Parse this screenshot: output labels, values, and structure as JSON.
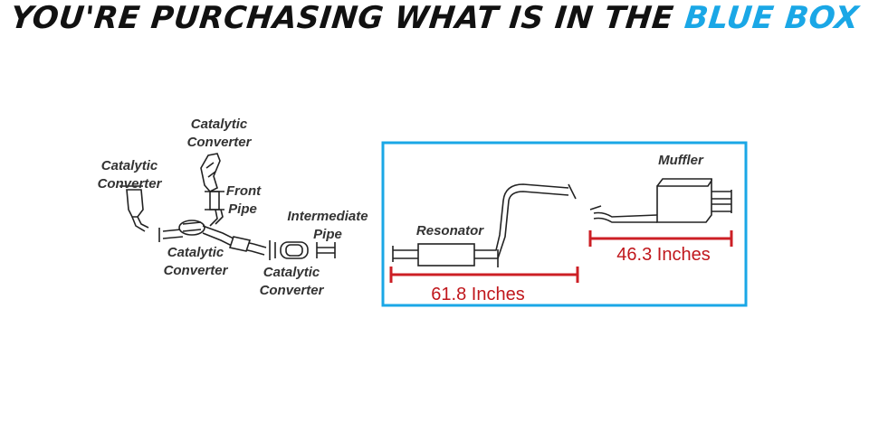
{
  "header": {
    "title_prefix": "YOU'RE PURCHASING WHAT IS IN THE",
    "title_highlight": "BLUE BOX"
  },
  "colors": {
    "highlight_box": "#1aa7e6",
    "measurement": "#cc1f25",
    "label": "#333333"
  },
  "labels": {
    "cat_top_1": "Catalytic",
    "cat_top_2": "Converter",
    "cat_left_1": "Catalytic",
    "cat_left_2": "Converter",
    "front_pipe_1": "Front",
    "front_pipe_2": "Pipe",
    "cat_mid_1": "Catalytic",
    "cat_mid_2": "Converter",
    "intermediate_1": "Intermediate",
    "intermediate_2": "Pipe",
    "cat_low_1": "Catalytic",
    "cat_low_2": "Converter",
    "resonator": "Resonator",
    "muffler": "Muffler"
  },
  "measurements": {
    "resonator_section": "61.8 Inches",
    "muffler_section": "46.3 Inches"
  }
}
